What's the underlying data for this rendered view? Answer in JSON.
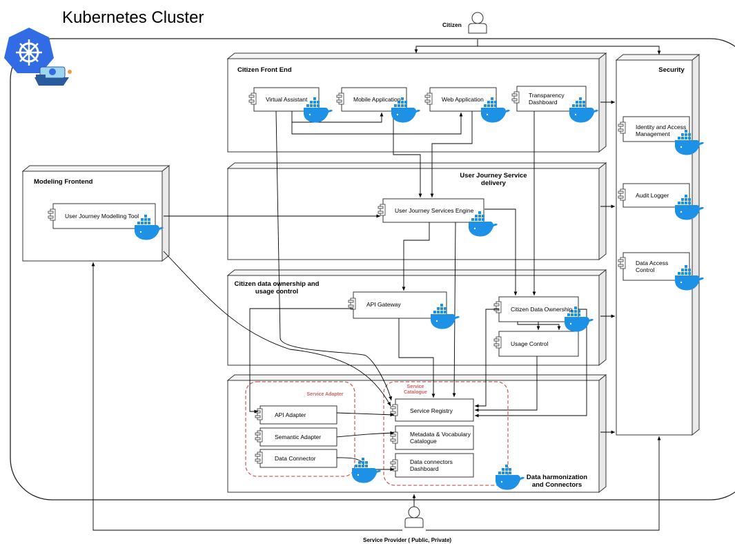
{
  "title": "Kubernetes Cluster",
  "actors": {
    "citizen": "Citizen",
    "service_provider": "Service Provider ( Public, Private)"
  },
  "nodes": {
    "citizen_front_end": "Citizen Front End",
    "security": "Security",
    "modeling_frontend": "Modeling Frontend",
    "user_journey_service_delivery": "User Journey Service delivery",
    "citizen_data_ownership_usage": "Citizen data ownership and usage control",
    "data_harmonization": "Data harmonization and Connectors"
  },
  "groups": {
    "service_adapter": "Service Adapter",
    "service_catalogue": "Service Catalogue"
  },
  "components": {
    "virtual_assistant": "Virtual Assistant",
    "mobile_application": "Mobile Application",
    "web_application": "Web Application",
    "transparency_dashboard": "Transparency Dashboard",
    "identity_access": "Identity and Access Management",
    "audit_logger": "Audit Logger",
    "data_access_control": "Data Access Control",
    "user_journey_modelling_tool": "User Journey Modelling Tool",
    "user_journey_services_engine": "User Journey Services Engine",
    "api_gateway": "API Gateway",
    "citizen_data_ownership": "Citizen Data Ownership",
    "usage_control": "Usage Control",
    "api_adapter": "API Adapter",
    "semantic_adapter": "Semantic Adapter",
    "data_connector": "Data Connector",
    "service_registry": "Service Registry",
    "metadata_catalogue": "Metadata & Vocabulary Catalogue",
    "data_connectors_dashboard": "Data connectors Dashboard"
  },
  "colors": {
    "kubernetes_blue": "#326ce5",
    "docker_blue": "#1d91e6",
    "dashed_red": "#d06060",
    "node_face": "#ffffff",
    "node_side": "#f0f0f0"
  },
  "icons": {
    "kubernetes": "kubernetes-helm-icon",
    "kind": "kind-boat-icon",
    "docker": "docker-whale-icon",
    "component": "uml-component-icon",
    "actor": "person-actor-icon"
  }
}
